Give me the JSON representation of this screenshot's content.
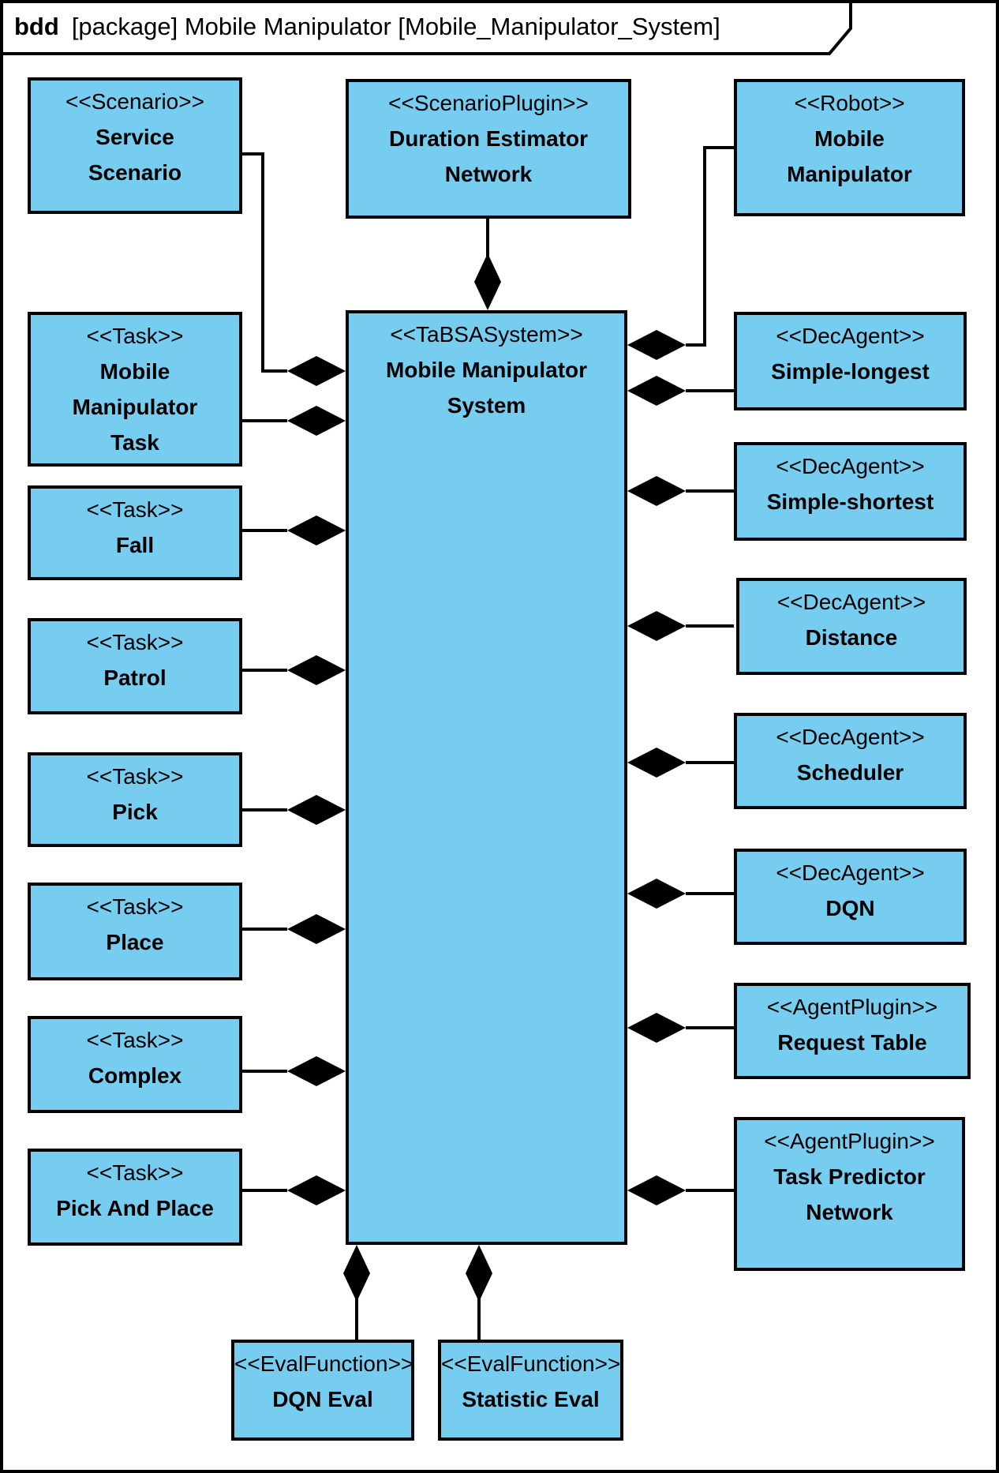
{
  "diagram": {
    "frame_kind": "bdd",
    "title": "[package] Mobile Manipulator [Mobile_Manipulator_System]"
  },
  "colors": {
    "block_fill": "#77CDF0",
    "border": "#000000",
    "line": "#000000",
    "background": "#FFFFFF"
  },
  "blocks": {
    "service_scenario": {
      "stereotype": "<<Scenario>>",
      "name": "Service\nScenario"
    },
    "duration_estimator_network": {
      "stereotype": "<<ScenarioPlugin>>",
      "name": "Duration Estimator\nNetwork"
    },
    "robot_mobile_manipulator": {
      "stereotype": "<<Robot>>",
      "name": "Mobile\nManipulator"
    },
    "system": {
      "stereotype": "<<TaBSASystem>>",
      "name": "Mobile Manipulator\nSystem"
    },
    "mobile_manipulator_task": {
      "stereotype": "<<Task>>",
      "name": "Mobile\nManipulator\nTask"
    },
    "fall": {
      "stereotype": "<<Task>>",
      "name": "Fall"
    },
    "patrol": {
      "stereotype": "<<Task>>",
      "name": "Patrol"
    },
    "pick": {
      "stereotype": "<<Task>>",
      "name": "Pick"
    },
    "place": {
      "stereotype": "<<Task>>",
      "name": "Place"
    },
    "complex": {
      "stereotype": "<<Task>>",
      "name": "Complex"
    },
    "pick_and_place": {
      "stereotype": "<<Task>>",
      "name": "Pick And Place"
    },
    "simple_longest": {
      "stereotype": "<<DecAgent>>",
      "name": "Simple-longest"
    },
    "simple_shortest": {
      "stereotype": "<<DecAgent>>",
      "name": "Simple-shortest"
    },
    "distance": {
      "stereotype": "<<DecAgent>>",
      "name": "Distance"
    },
    "scheduler": {
      "stereotype": "<<DecAgent>>",
      "name": "Scheduler"
    },
    "dqn": {
      "stereotype": "<<DecAgent>>",
      "name": "DQN"
    },
    "request_table": {
      "stereotype": "<<AgentPlugin>>",
      "name": "Request Table"
    },
    "task_predictor_network": {
      "stereotype": "<<AgentPlugin>>",
      "name": "Task Predictor\nNetwork"
    },
    "dqn_eval": {
      "stereotype": "<<EvalFunction>>",
      "name": "DQN Eval"
    },
    "statistic_eval": {
      "stereotype": "<<EvalFunction>>",
      "name": "Statistic Eval"
    }
  },
  "relations": [
    {
      "whole": "Mobile Manipulator System",
      "part": "Service Scenario",
      "type": "composition"
    },
    {
      "whole": "Mobile Manipulator System",
      "part": "Duration Estimator Network",
      "type": "composition"
    },
    {
      "whole": "Mobile Manipulator System",
      "part": "Mobile Manipulator",
      "type": "composition"
    },
    {
      "whole": "Mobile Manipulator System",
      "part": "Mobile Manipulator Task",
      "type": "composition"
    },
    {
      "whole": "Mobile Manipulator System",
      "part": "Fall",
      "type": "composition"
    },
    {
      "whole": "Mobile Manipulator System",
      "part": "Patrol",
      "type": "composition"
    },
    {
      "whole": "Mobile Manipulator System",
      "part": "Pick",
      "type": "composition"
    },
    {
      "whole": "Mobile Manipulator System",
      "part": "Place",
      "type": "composition"
    },
    {
      "whole": "Mobile Manipulator System",
      "part": "Complex",
      "type": "composition"
    },
    {
      "whole": "Mobile Manipulator System",
      "part": "Pick And Place",
      "type": "composition"
    },
    {
      "whole": "Mobile Manipulator System",
      "part": "Simple-longest",
      "type": "composition"
    },
    {
      "whole": "Mobile Manipulator System",
      "part": "Simple-shortest",
      "type": "composition"
    },
    {
      "whole": "Mobile Manipulator System",
      "part": "Distance",
      "type": "composition"
    },
    {
      "whole": "Mobile Manipulator System",
      "part": "Scheduler",
      "type": "composition"
    },
    {
      "whole": "Mobile Manipulator System",
      "part": "DQN",
      "type": "composition"
    },
    {
      "whole": "Mobile Manipulator System",
      "part": "Request Table",
      "type": "composition"
    },
    {
      "whole": "Mobile Manipulator System",
      "part": "Task Predictor Network",
      "type": "composition"
    },
    {
      "whole": "Mobile Manipulator System",
      "part": "DQN Eval",
      "type": "composition"
    },
    {
      "whole": "Mobile Manipulator System",
      "part": "Statistic Eval",
      "type": "composition"
    }
  ]
}
